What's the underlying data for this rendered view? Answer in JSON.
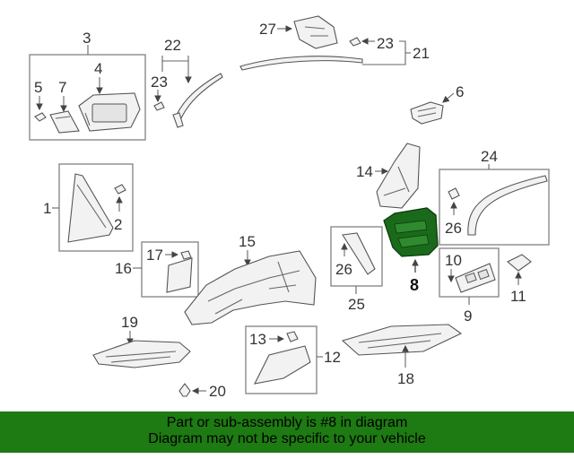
{
  "callouts": {
    "c1": "1",
    "c2": "2",
    "c3": "3",
    "c4": "4",
    "c5": "5",
    "c6": "6",
    "c7": "7",
    "c8": "8",
    "c9": "9",
    "c10": "10",
    "c11": "11",
    "c12": "12",
    "c13": "13",
    "c14": "14",
    "c15": "15",
    "c16": "16",
    "c17": "17",
    "c18": "18",
    "c19": "19",
    "c20": "20",
    "c21": "21",
    "c22": "22",
    "c23a": "23",
    "c23b": "23",
    "c24": "24",
    "c25": "25",
    "c26a": "26",
    "c26b": "26",
    "c27": "27"
  },
  "highlight_color": "#1e7a12",
  "banner": {
    "line1": "Part or sub-assembly is #8 in diagram",
    "line2": "Diagram may not be specific to your vehicle"
  }
}
